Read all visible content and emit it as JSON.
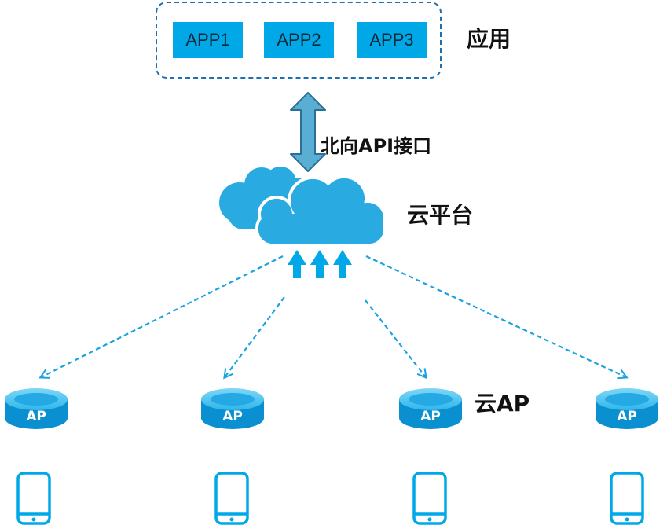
{
  "apps": [
    "APP1",
    "APP2",
    "APP3"
  ],
  "labels": {
    "application": "应用",
    "northbound_api": "北向API接口",
    "cloud_platform": "云平台",
    "cloud_ap": "云AP"
  },
  "ap_badge": "AP",
  "colors": {
    "accent": "#00a8e8",
    "dashed_border": "#1f6fae",
    "arrow_fill": "#5aaed4",
    "arrow_stroke": "#2b6f96"
  }
}
